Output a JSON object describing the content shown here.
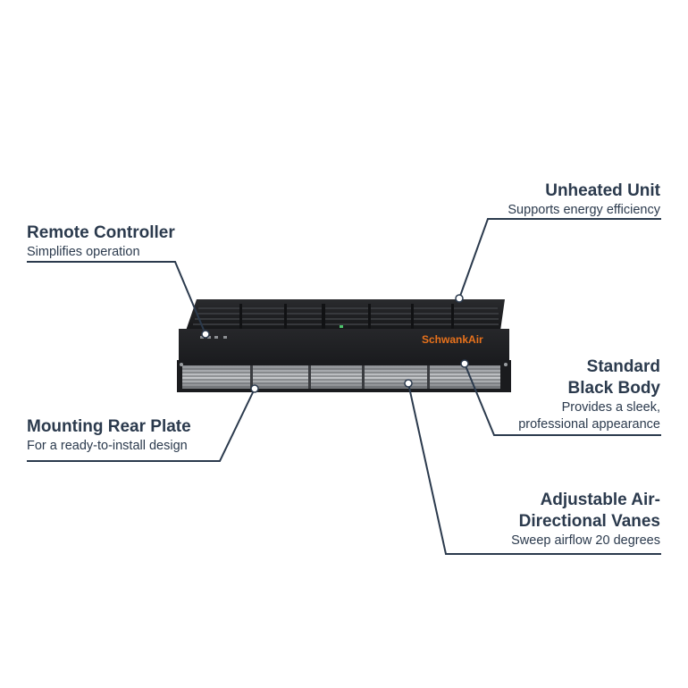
{
  "product": {
    "brand": "SchwankAir",
    "brand_color": "#e8721c",
    "body_color": "#1e1f22",
    "leader_color": "#2b3a4d"
  },
  "callouts": {
    "unheated_unit": {
      "title": "Unheated Unit",
      "subtitle": "Supports energy efficiency"
    },
    "remote_controller": {
      "title": "Remote Controller",
      "subtitle": "Simplifies operation"
    },
    "standard_body": {
      "title_line1": "Standard",
      "title_line2": "Black Body",
      "subtitle_line1": "Provides a sleek,",
      "subtitle_line2": "professional appearance"
    },
    "mounting_plate": {
      "title": "Mounting Rear Plate",
      "subtitle": "For a ready-to-install design"
    },
    "vanes": {
      "title_line1": "Adjustable Air-",
      "title_line2": "Directional Vanes",
      "subtitle": "Sweep airflow 20 degrees"
    }
  }
}
